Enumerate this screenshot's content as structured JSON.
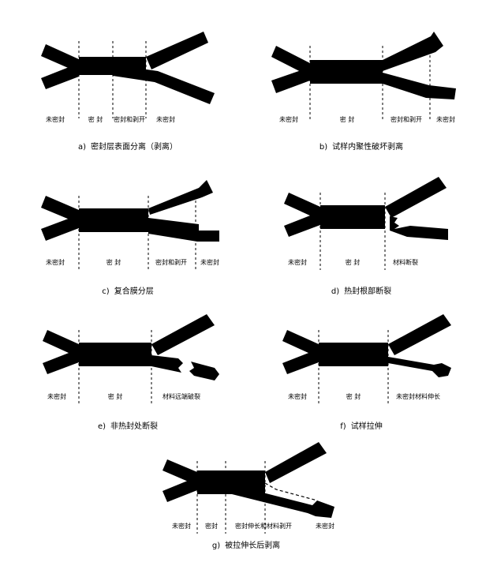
{
  "colors": {
    "band": "#000000",
    "background": "#ffffff"
  },
  "panels": [
    {
      "id": "a",
      "caption_prefix": "a)",
      "caption_text": "密封层表面分离（剥离）",
      "zones": [
        "未密封",
        "密 封",
        "密封和剥开",
        "未密封"
      ]
    },
    {
      "id": "b",
      "caption_prefix": "b)",
      "caption_text": "试样内聚性破坏剥离",
      "zones": [
        "未密封",
        "密 封",
        "密封和剥开",
        "未密封"
      ]
    },
    {
      "id": "c",
      "caption_prefix": "c)",
      "caption_text": "复合膜分层",
      "zones": [
        "未密封",
        "密 封",
        "密封和剥开",
        "未密封"
      ]
    },
    {
      "id": "d",
      "caption_prefix": "d)",
      "caption_text": "热封根部断裂",
      "zones": [
        "未密封",
        "密 封",
        "材料断裂"
      ]
    },
    {
      "id": "e",
      "caption_prefix": "e)",
      "caption_text": "非热封处断裂",
      "zones": [
        "未密封",
        "密 封",
        "材料远端破裂"
      ]
    },
    {
      "id": "f",
      "caption_prefix": "f)",
      "caption_text": "试样拉伸",
      "zones": [
        "未密封",
        "密 封",
        "未密封材料伸长"
      ]
    },
    {
      "id": "g",
      "caption_prefix": "g)",
      "caption_text": "被拉伸长后剥离",
      "zones": [
        "未密封",
        "密封",
        "密封伸长和材料剥开",
        "未密封"
      ]
    }
  ]
}
